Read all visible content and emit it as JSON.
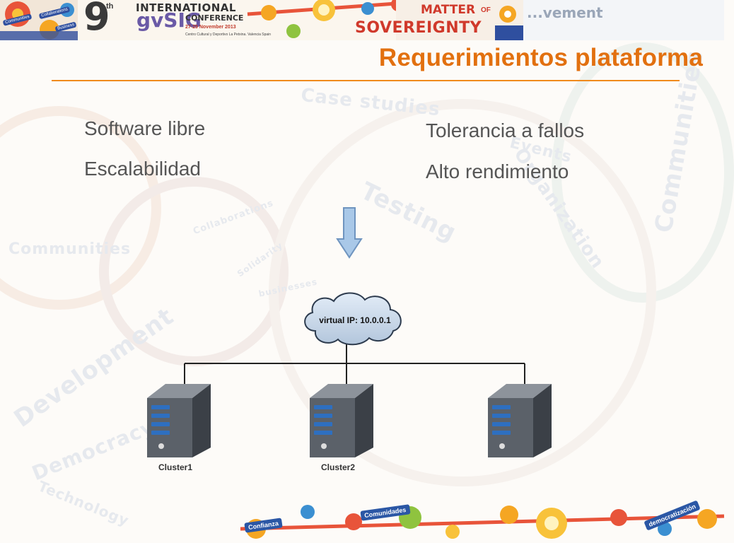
{
  "slide": {
    "title": "Requerimientos plataforma",
    "left_items": [
      "Software libre",
      "Escalabilidad"
    ],
    "right_items": [
      "Tolerancia a fallos",
      "Alto rendimiento"
    ]
  },
  "banner": {
    "edition": "9",
    "edition_suffix": "th",
    "international": "INTERNATIONAL",
    "brand": "gvSIG",
    "conference": "CONFERENCE",
    "dates": "27-29 November 2013",
    "venue": "Centro Cultural y Deportivo La Petxina. Valencia Spain",
    "motto_line1": "MATTER",
    "motto_of": "OF",
    "motto_line2": "SOVEREIGNTY",
    "tags": [
      "Communities",
      "Collaborations",
      "Business",
      "...vement"
    ]
  },
  "diagram": {
    "cloud_label": "virtual IP: 10.0.0.1",
    "cluster_labels": [
      "Cluster1",
      "Cluster2"
    ]
  },
  "footer": {
    "tags": [
      "Confianza",
      "Comunidades",
      "democratización"
    ]
  },
  "background": {
    "words": [
      "Case studies",
      "Testing",
      "Communities",
      "Collaborations",
      "Solidarity",
      "businesses",
      "Development",
      "Democracy",
      "Technology",
      "Organization",
      "Events",
      "Communities"
    ]
  },
  "colors": {
    "title": "#e2700f",
    "rule": "#f08a1c",
    "text": "#555555",
    "arrow_fill": "#a9c8e8",
    "arrow_stroke": "#6f94bf",
    "server_dark": "#4a4f56",
    "server_stripe": "#2e6fc0"
  }
}
